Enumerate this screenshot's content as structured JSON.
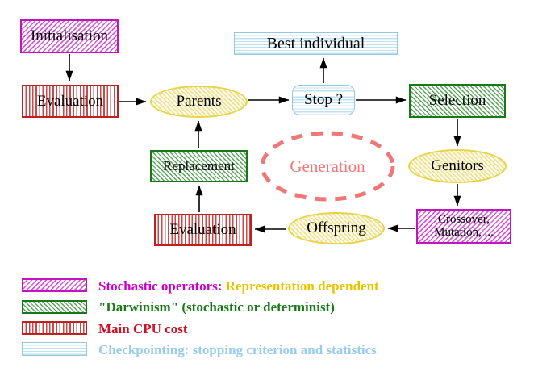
{
  "diagram": {
    "title_hint": "Evolutionary algorithm cycle",
    "nodes": {
      "initialisation": "Initialisation",
      "evaluation_top": "Evaluation",
      "parents": "Parents",
      "best_individual": "Best individual",
      "stop": "Stop ?",
      "selection": "Selection",
      "replacement": "Replacement",
      "generation": "Generation",
      "genitors": "Genitors",
      "evaluation_bottom": "Evaluation",
      "offspring": "Offspring",
      "crossover_line1": "Crossover,",
      "crossover_line2": "Mutation, ..."
    },
    "edges": [
      "initialisation->evaluation_top",
      "evaluation_top->parents",
      "parents->stop",
      "stop->best_individual",
      "stop->selection",
      "selection->genitors",
      "genitors->crossover",
      "crossover->offspring",
      "offspring->evaluation_bottom",
      "evaluation_bottom->replacement",
      "replacement->parents"
    ],
    "colors": {
      "magenta": "#c015c0",
      "green": "#187818",
      "yellow_border": "#e6d44a",
      "red": "#c02020",
      "cyan": "#96c8dc",
      "salmon": "#ee7878",
      "text": "#000000",
      "legend_yellow_text": "#e8c400",
      "legend_cyan_text": "#99ccee"
    }
  },
  "legend": {
    "items": [
      {
        "swatch": "magenta-diagonal-hatch",
        "text": "Stochastic operators:",
        "extra": "Representation dependent"
      },
      {
        "swatch": "green-diagonal-hatch",
        "text": "\"Darwinism\" (stochastic or determinist)"
      },
      {
        "swatch": "red-vertical-stripes",
        "text": "Main CPU cost"
      },
      {
        "swatch": "cyan-horizontal-stripes",
        "text": "Checkpointing: stopping criterion and statistics"
      }
    ]
  }
}
